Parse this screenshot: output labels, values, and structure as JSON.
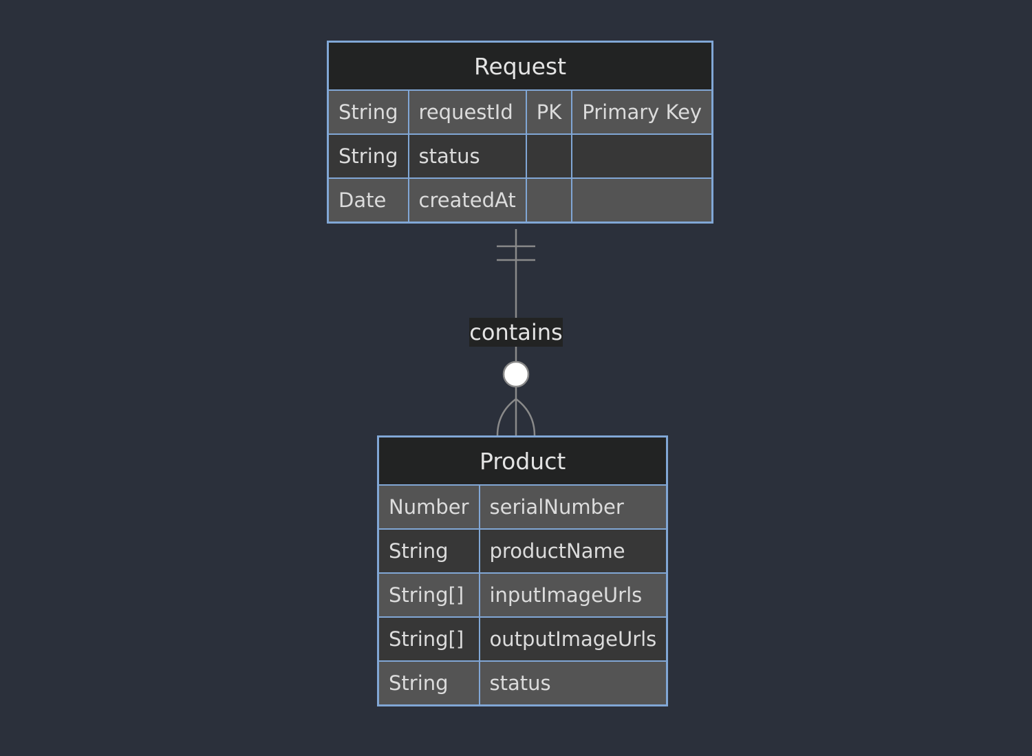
{
  "entities": {
    "request": {
      "name": "Request",
      "rows": [
        {
          "type": "String",
          "field": "requestId",
          "key": "PK",
          "comment": "Primary Key"
        },
        {
          "type": "String",
          "field": "status",
          "key": "",
          "comment": ""
        },
        {
          "type": "Date",
          "field": "createdAt",
          "key": "",
          "comment": ""
        }
      ]
    },
    "product": {
      "name": "Product",
      "rows": [
        {
          "type": "Number",
          "field": "serialNumber"
        },
        {
          "type": "String",
          "field": "productName"
        },
        {
          "type": "String[]",
          "field": "inputImageUrls"
        },
        {
          "type": "String[]",
          "field": "outputImageUrls"
        },
        {
          "type": "String",
          "field": "status"
        }
      ]
    }
  },
  "relationship": {
    "label": "contains",
    "from_cardinality": "exactly-one",
    "to_cardinality": "zero-or-more"
  },
  "colors": {
    "background": "#2b303b",
    "border": "#81a7d6",
    "header": "#222323",
    "row_light": "#545454",
    "row_dark": "#373737",
    "line": "#8a8a8a"
  }
}
